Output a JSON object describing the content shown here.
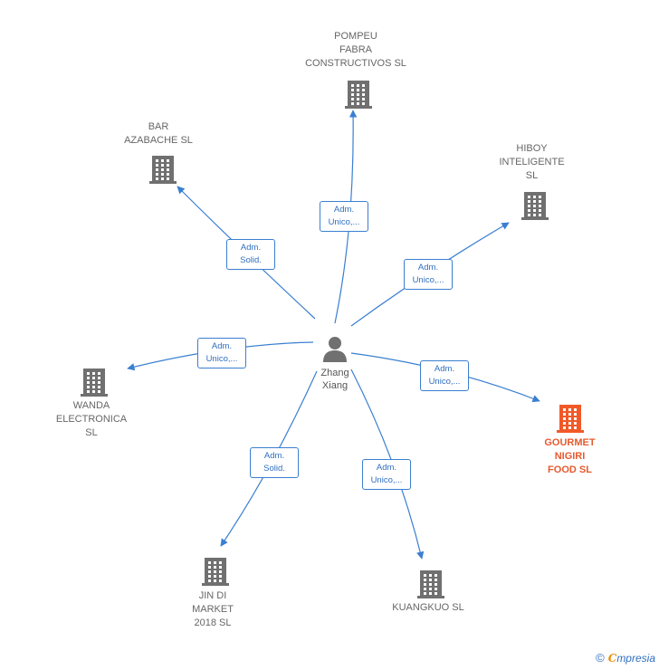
{
  "colors": {
    "edge": "#3a7fd0",
    "building": "#707070",
    "highlight": "#f05a28",
    "person": "#707070"
  },
  "center": {
    "name": "Zhang\nXiang",
    "icon": "person-icon"
  },
  "companies": [
    {
      "id": "pompeu",
      "name": "POMPEU\nFABRA\nCONSTRUCTIVOS SL",
      "icon": "building-icon",
      "highlight": false
    },
    {
      "id": "bar",
      "name": "BAR\nAZABACHE  SL",
      "icon": "building-icon",
      "highlight": false
    },
    {
      "id": "hiboy",
      "name": "HIBOY\nINTELIGENTE\nSL",
      "icon": "building-icon",
      "highlight": false
    },
    {
      "id": "wanda",
      "name": "WANDA\nELECTRONICA\nSL",
      "icon": "building-icon",
      "highlight": false
    },
    {
      "id": "gourmet",
      "name": "GOURMET\nNIGIRI\nFOOD  SL",
      "icon": "building-icon",
      "highlight": true
    },
    {
      "id": "jindi",
      "name": "JIN DI\nMARKET\n2018  SL",
      "icon": "building-icon",
      "highlight": false
    },
    {
      "id": "kuangkuo",
      "name": "KUANGKUO  SL",
      "icon": "building-icon",
      "highlight": false
    }
  ],
  "edges": [
    {
      "to": "pompeu",
      "label": "Adm.\nUnico,..."
    },
    {
      "to": "bar",
      "label": "Adm.\nSolid."
    },
    {
      "to": "hiboy",
      "label": "Adm.\nUnico,..."
    },
    {
      "to": "wanda",
      "label": "Adm.\nUnico,..."
    },
    {
      "to": "gourmet",
      "label": "Adm.\nUnico,..."
    },
    {
      "to": "jindi",
      "label": "Adm.\nSolid."
    },
    {
      "to": "kuangkuo",
      "label": "Adm.\nUnico,..."
    }
  ],
  "footer": {
    "copyright": "©",
    "brand_first": "C",
    "brand_rest": "mpresia"
  }
}
